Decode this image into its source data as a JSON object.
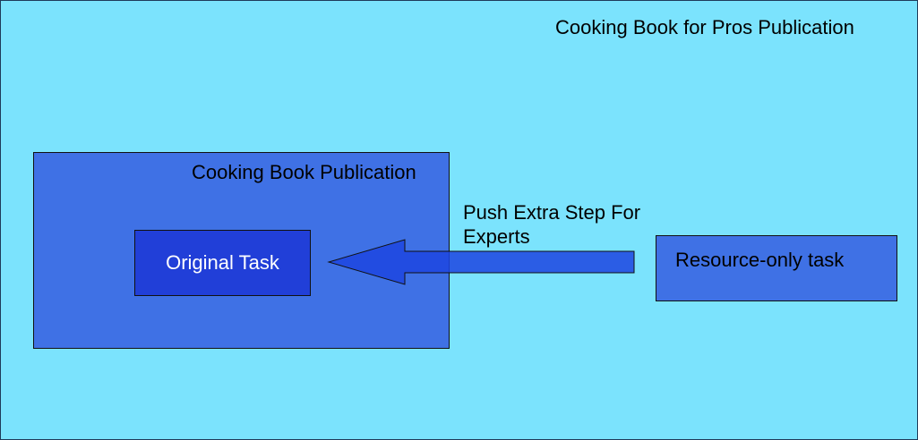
{
  "colors": {
    "outer_fill": "#7be3fd",
    "publication_fill": "#3f71e5",
    "original_task_fill": "#213fd8",
    "resource_fill": "#3f71e5",
    "arrow_fill": "#1d45e0"
  },
  "outer": {
    "title": "Cooking Book for Pros Publication"
  },
  "publication": {
    "title": "Cooking Book Publication"
  },
  "original_task": {
    "label": "Original Task"
  },
  "resource_task": {
    "label": "Resource-only task"
  },
  "arrow": {
    "label": "Push Extra Step For Experts"
  }
}
